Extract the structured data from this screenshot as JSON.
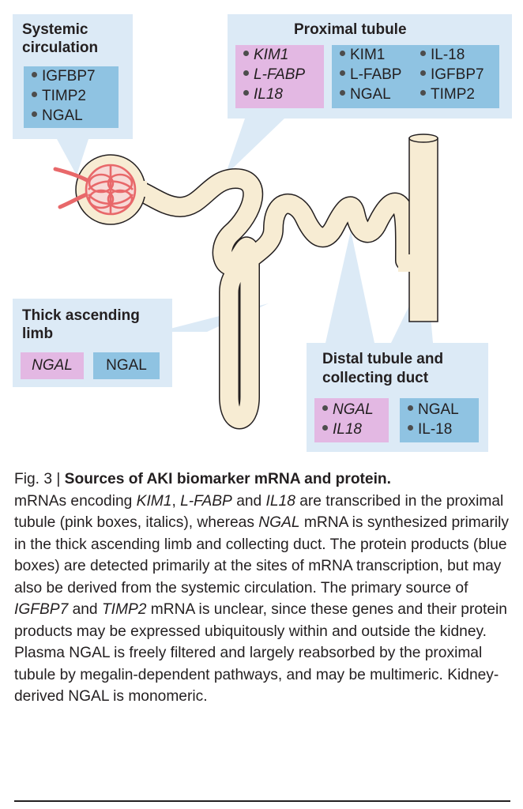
{
  "systemic": {
    "title_l1": "Systemic",
    "title_l2": "circulation",
    "protein": [
      "IGFBP7",
      "TIMP2",
      "NGAL"
    ]
  },
  "proximal": {
    "title": "Proximal tubule",
    "mrna": [
      "KIM1",
      "L-FABP",
      "IL18"
    ],
    "protein_col1": [
      "KIM1",
      "L-FABP",
      "NGAL"
    ],
    "protein_col2": [
      "IL-18",
      "IGFBP7",
      "TIMP2"
    ]
  },
  "thick": {
    "title_l1": "Thick ascending",
    "title_l2": "limb",
    "mrna": "NGAL",
    "protein": "NGAL"
  },
  "distal": {
    "title_l1": "Distal tubule and",
    "title_l2": "collecting duct",
    "mrna": [
      "NGAL",
      "IL18"
    ],
    "protein": [
      "NGAL",
      "IL-18"
    ]
  },
  "colors": {
    "panel": "#dceaf6",
    "protein_box": "#8fc3e2",
    "mrna_box": "#e3b8e3",
    "tubule_fill": "#f7ecd3",
    "tubule_outline": "#231f20",
    "glomerulus": "#e8686a"
  },
  "caption": {
    "fig_label": "Fig. 3",
    "separator": "|",
    "title": "Sources of AKI biomarker mRNA and protein.",
    "s1": "mRNAs encoding ",
    "e1": "KIM1",
    "s2": ", ",
    "e2": "L-FABP",
    "s3": " and ",
    "e3": "IL18",
    "s4": " are transcribed in the proximal tubule (pink boxes, italics), whereas ",
    "e4": "NGAL",
    "s5": " mRNA is synthesized primarily in the thick ascending limb and collecting duct. The protein products (blue boxes) are detected primarily at the sites of mRNA transcription, but may also be derived from the systemic circulation. The primary source of ",
    "e5": "IGFBP7",
    "s6": " and ",
    "e6": "TIMP2",
    "s7": " mRNA is unclear, since these genes and their protein products may be expressed ubiquitously within and outside the kidney. Plasma NGAL is freely filtered and largely reabsorbed by the proximal tubule by megalin-dependent pathways, and may be multimeric. Kidney-derived NGAL is monomeric."
  }
}
